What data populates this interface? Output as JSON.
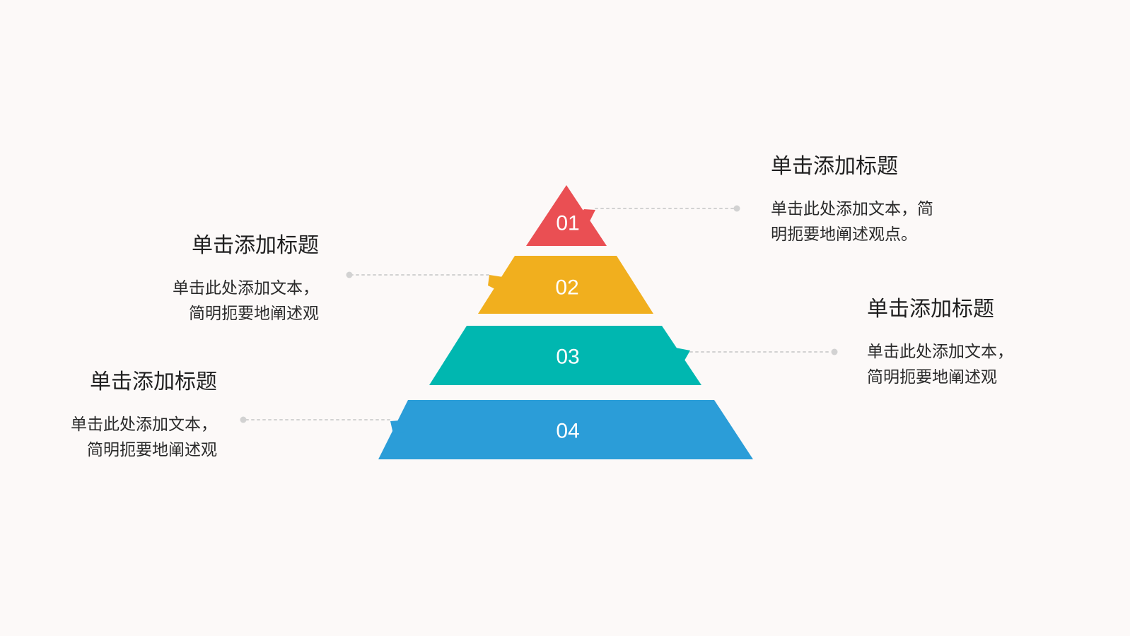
{
  "tiers": [
    {
      "number": "01",
      "color": "#ea4f53"
    },
    {
      "number": "02",
      "color": "#f1af1e"
    },
    {
      "number": "03",
      "color": "#00b7b0"
    },
    {
      "number": "04",
      "color": "#2b9dd8"
    }
  ],
  "callouts": [
    {
      "title": "单击添加标题",
      "lines": [
        "单击此处添加文本，简",
        "明扼要地阐述观点。"
      ]
    },
    {
      "title": "单击添加标题",
      "lines": [
        "单击此处添加文本，",
        "简明扼要地阐述观"
      ]
    },
    {
      "title": "单击添加标题",
      "lines": [
        "单击此处添加文本，",
        "简明扼要地阐述观"
      ]
    },
    {
      "title": "单击添加标题",
      "lines": [
        "单击此处添加文本，",
        "简明扼要地阐述观"
      ]
    }
  ],
  "colors": {
    "background": "#fcf9f8",
    "connector": "#d2d2d2"
  }
}
